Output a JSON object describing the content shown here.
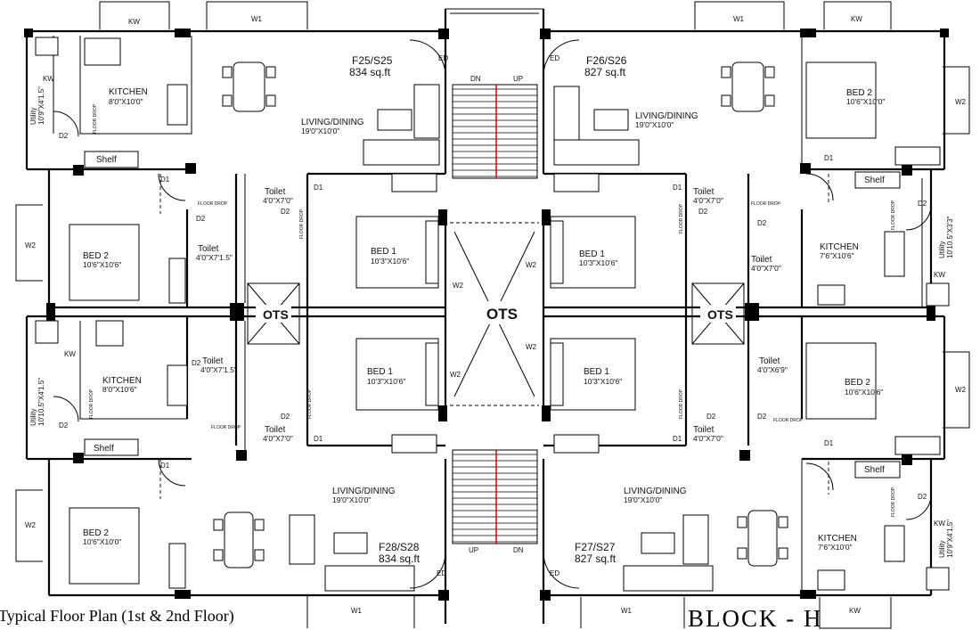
{
  "title": "Typical Floor Plan (1st & 2nd Floor)",
  "block": "BLOCK - H",
  "units": [
    {
      "id": "F25/S25",
      "area": "834 sq.ft"
    },
    {
      "id": "F26/S26",
      "area": "827 sq.ft"
    },
    {
      "id": "F28/S28",
      "area": "834 sq.ft"
    },
    {
      "id": "F27/S27",
      "area": "827 sq.ft"
    }
  ],
  "rooms": {
    "kitchen": "KITCHEN",
    "living": "LIVING/DINING",
    "bed1": "BED 1",
    "bed2": "BED 2",
    "toilet": "Toilet",
    "utility": "Utility",
    "shelf": "Shelf",
    "ots": "OTS"
  },
  "dims": {
    "k_tl": "8'0\"X10'0\"",
    "k_ml": "8'0\"X10'6\"",
    "k_mr": "7'6\"X10'6\"",
    "k_br": "7'6\"X10'0\"",
    "living": "19'0\"X10'0\"",
    "bed1": "10'3\"X10'6\"",
    "bed2_a": "10'6\"X10'0\"",
    "bed2_b": "10'6\"X10'6\"",
    "toilet_small": "4'0\"X7'0\"",
    "toilet_large": "4'0\"X7'1.5\"",
    "toilet_r": "4'0\"X6'9\"",
    "util_tl": "10'9\"X4'1.5\"",
    "util_ml": "10'10.5\"X4'1.5\"",
    "util_mr": "10'10.5\"X3'3\"",
    "util_br": "10'9\"X4'1.5\""
  },
  "tags": {
    "w1": "W1",
    "w2": "W2",
    "kw": "KW",
    "d1": "D1",
    "d2": "D2",
    "ed": "ED",
    "dn": "DN",
    "up": "UP",
    "floordrop": "FLOOR DROP"
  }
}
